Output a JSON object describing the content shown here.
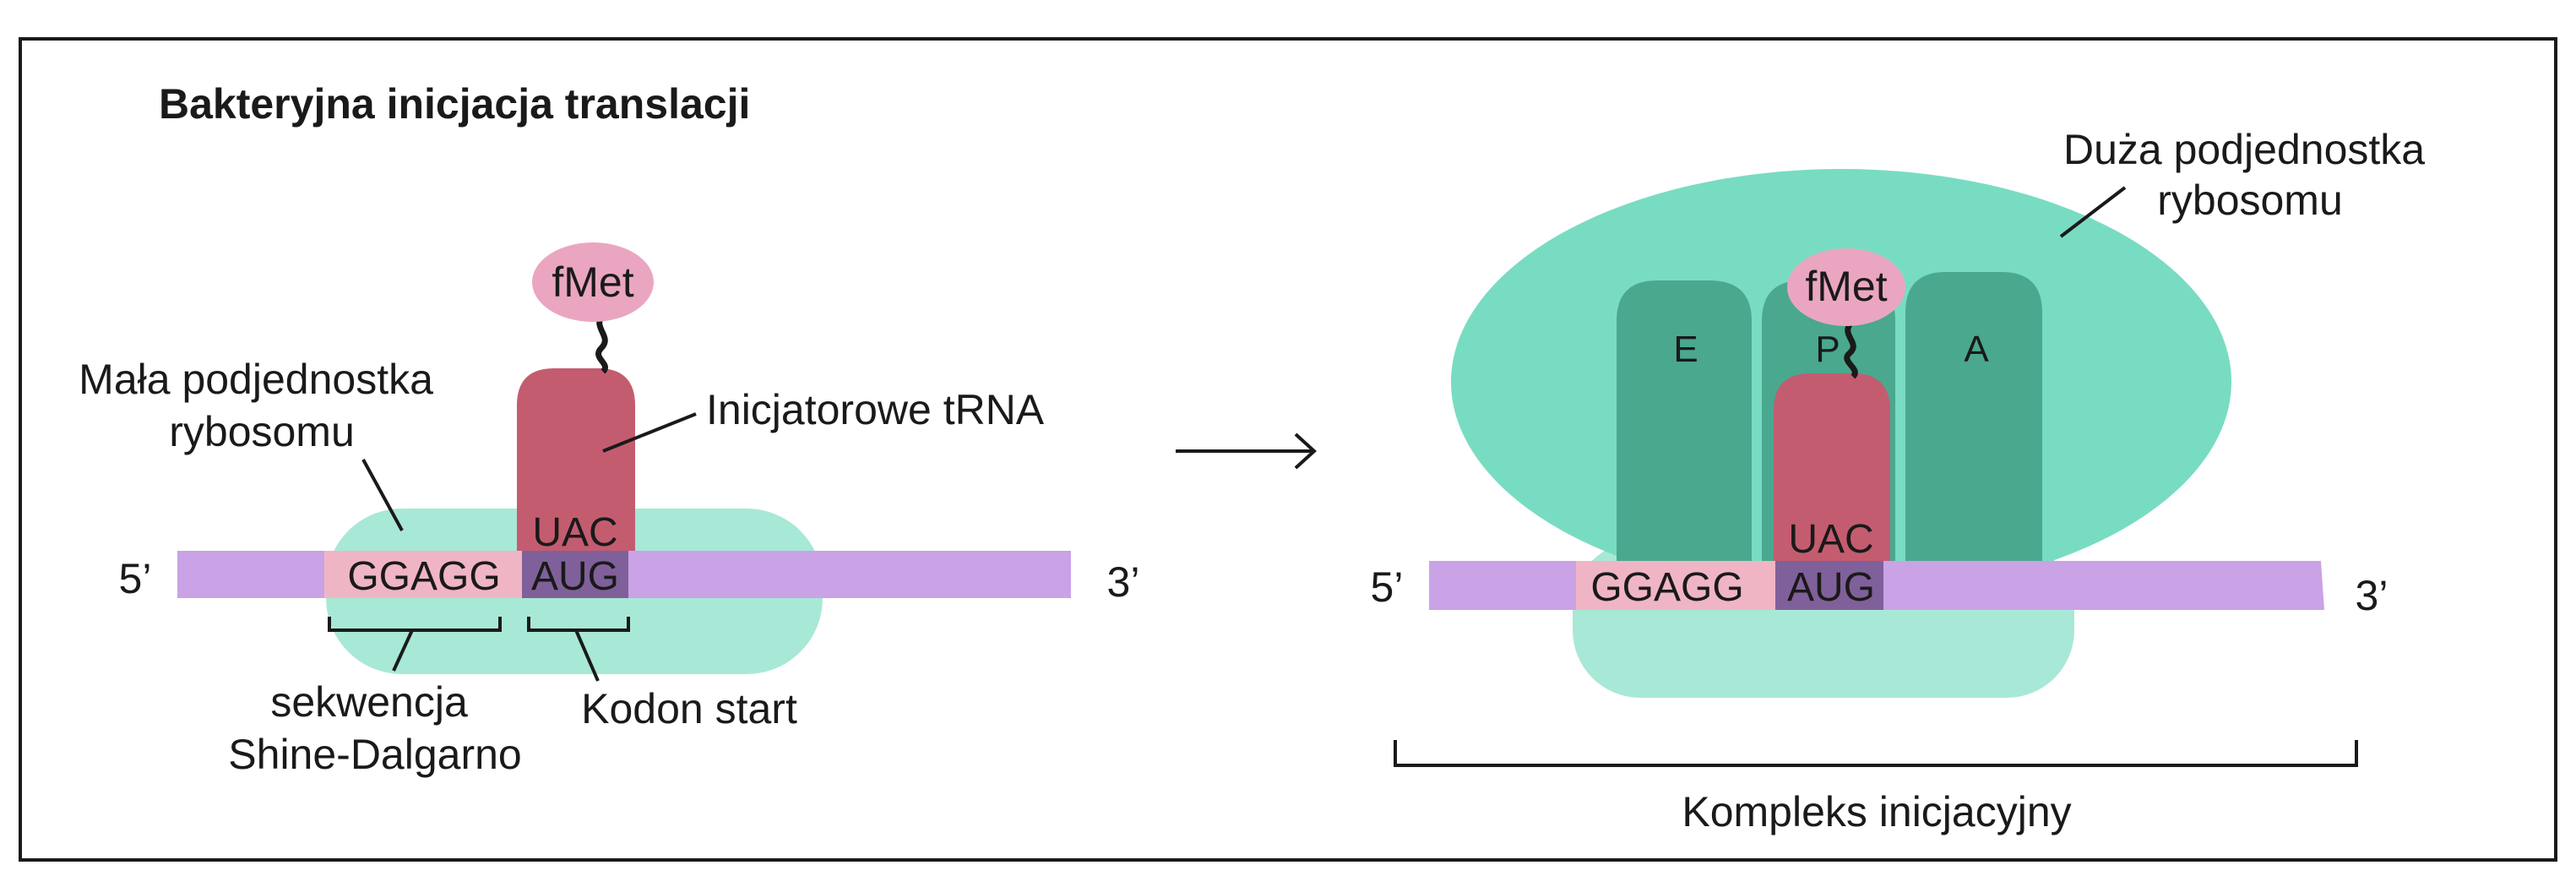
{
  "title": "Bakteryjna inicjacja translacji",
  "colors": {
    "mrna": "#c9a3e6",
    "small_subunit": "#a8e8d6",
    "large_subunit": "#78dcc2",
    "site_column": "#4aa88e",
    "trna": "#c45c70",
    "fmet": "#eaa6c0",
    "shine_dalgarno_box": "#f0b5c4",
    "start_codon_box": "#80609a",
    "border": "#1a1a1a"
  },
  "left_panel": {
    "five_prime": "5’",
    "three_prime": "3’",
    "small_subunit_label": [
      "Mała podjednostka",
      "rybosomu"
    ],
    "trna_label": "Inicjatorowe tRNA",
    "fmet": "fMet",
    "anticodon": "UAC",
    "shine_dalgarno_seq": "GGAGG",
    "start_codon": "AUG",
    "shine_dalgarno_label": [
      "sekwencja",
      "Shine-Dalgarno"
    ],
    "start_codon_label": "Kodon start"
  },
  "arrow_icon": "right-arrow-icon",
  "right_panel": {
    "five_prime": "5’",
    "three_prime": "3’",
    "large_subunit_label": [
      "Duża podjednostka",
      "rybosomu"
    ],
    "sites": [
      "E",
      "P",
      "A"
    ],
    "fmet": "fMet",
    "anticodon": "UAC",
    "shine_dalgarno_seq": "GGAGG",
    "start_codon": "AUG",
    "complex_label": "Kompleks inicjacyjny"
  }
}
